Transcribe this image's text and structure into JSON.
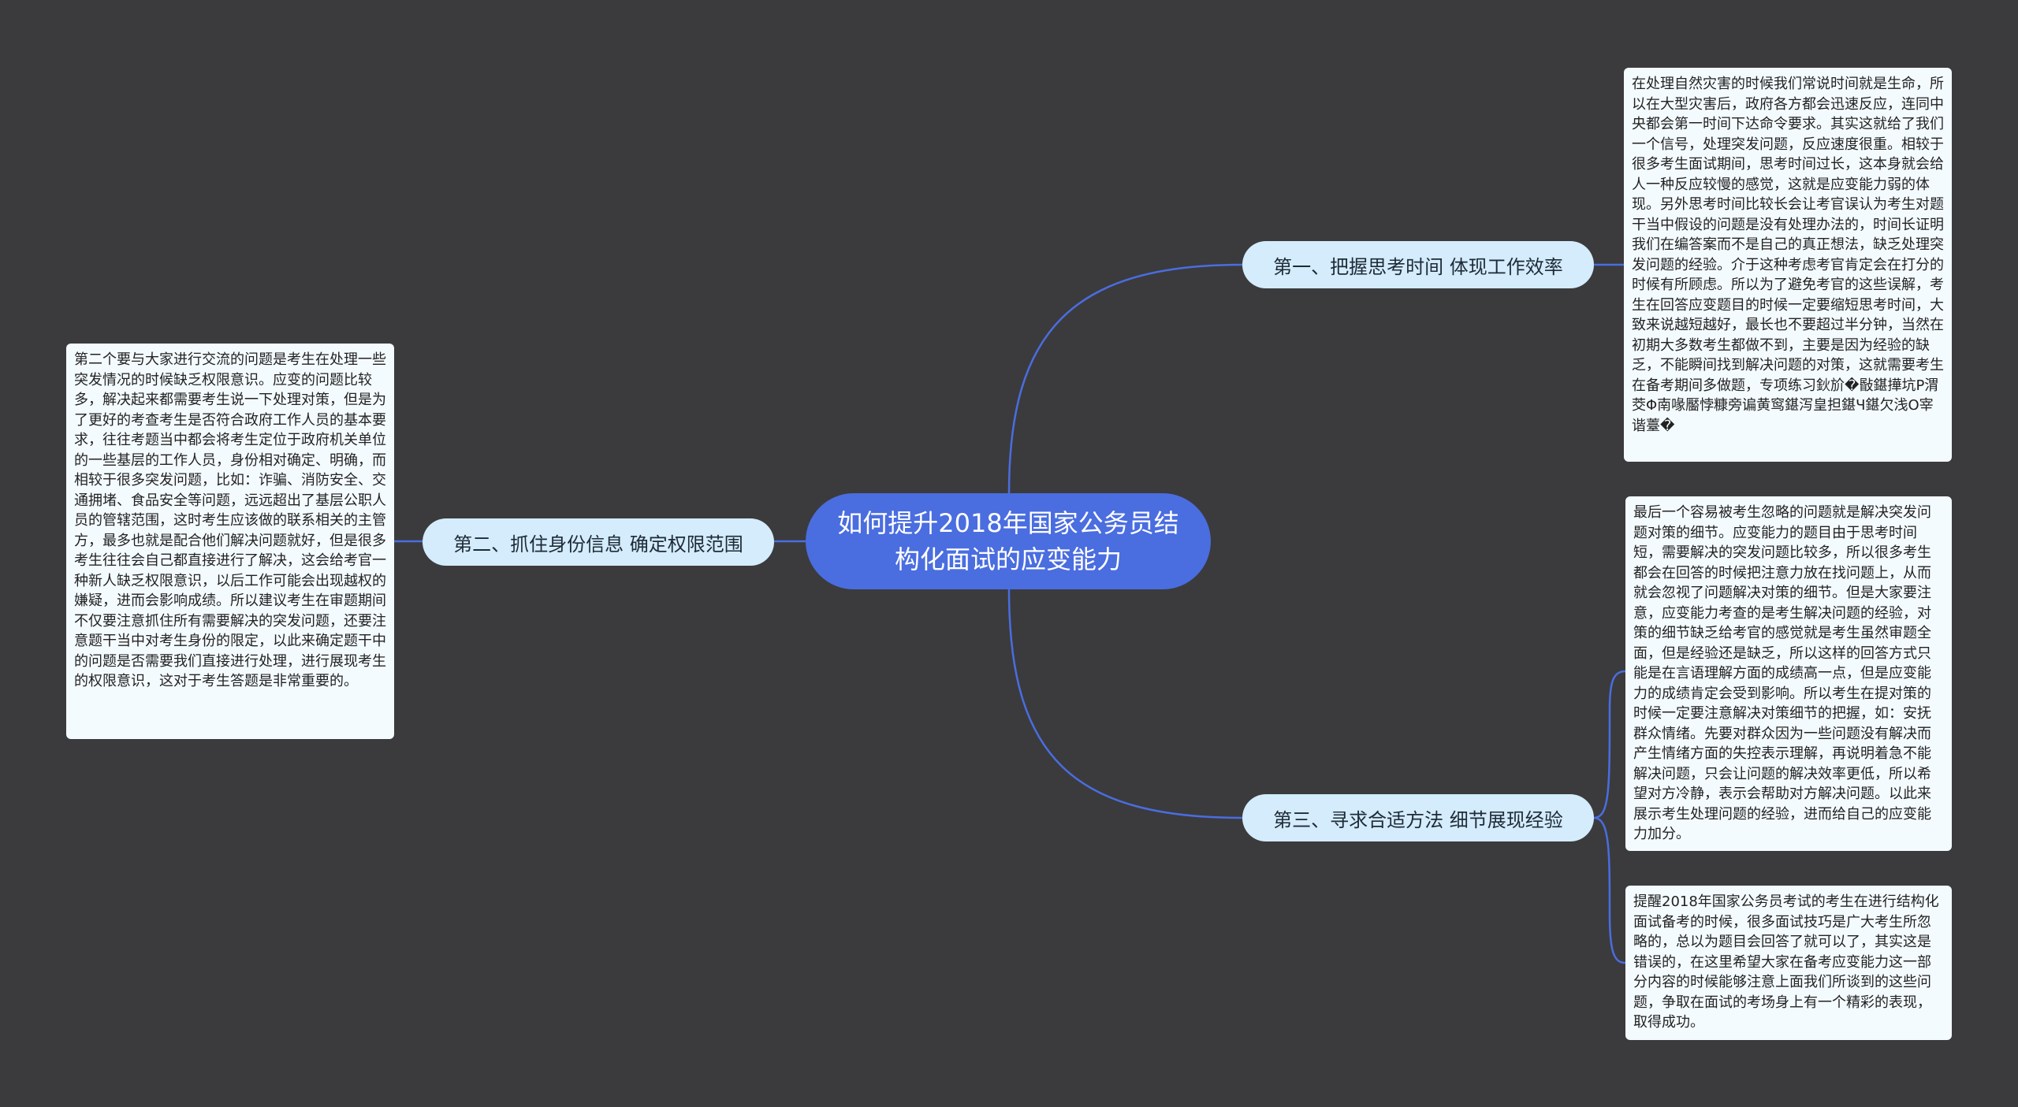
{
  "mindmap": {
    "root": "如何提升2018年国家公务员结构化面试的应变能力",
    "branches": [
      {
        "label": "第一、把握思考时间 体现工作效率",
        "leaves": [
          "在处理自然灾害的时候我们常说时间就是生命，所以在大型灾害后，政府各方都会迅速反应，连同中央都会第一时间下达命令要求。其实这就给了我们一个信号，处理突发问题，反应速度很重。相较于很多考生面试期间，思考时间过长，这本身就会给人一种反应较慢的感觉，这就是应变能力弱的体现。另外思考时间比较长会让考官误认为考生对题干当中假设的问题是没有处理办法的，时间长证明我们在编答案而不是自己的真正想法，缺乏处理突发问题的经验。介于这种考虑考官肯定会在打分的时候有所顾虑。所以为了避免考官的这些误解，考生在回答应变题目的时候一定要缩短思考时间，大致来说越短越好，最长也不要超过半分钟，当然在初期大多数考生都做不到，主要是因为经验的缺乏，不能瞬间找到解决问题的对策，这就需要考生在备考期间多做题，专项练习鈥斺�敯鍖撶坑P渭茭Φ南喙靨悖糠旁谝黄窎鍖泻皇担鍖Ч鍖欠浅О宰谐薹�"
        ]
      },
      {
        "label": "第二、抓住身份信息 确定权限范围",
        "leaves": [
          "第二个要与大家进行交流的问题是考生在处理一些突发情况的时候缺乏权限意识。应变的问题比较多，解决起来都需要考生说一下处理对策，但是为了更好的考查考生是否符合政府工作人员的基本要求，往往考题当中都会将考生定位于政府机关单位的一些基层的工作人员，身份相对确定、明确，而相较于很多突发问题，比如：诈骗、消防安全、交通拥堵、食品安全等问题，远远超出了基层公职人员的管辖范围，这时考生应该做的联系相关的主管方，最多也就是配合他们解决问题就好，但是很多考生往往会自己都直接进行了解决，这会给考官一种新人缺乏权限意识，以后工作可能会出现越权的嫌疑，进而会影响成绩。所以建议考生在审题期间不仅要注意抓住所有需要解决的突发问题，还要注意题干当中对考生身份的限定，以此来确定题干中的问题是否需要我们直接进行处理，进行展现考生的权限意识，这对于考生答题是非常重要的。"
        ]
      },
      {
        "label": "第三、寻求合适方法 细节展现经验",
        "leaves": [
          "最后一个容易被考生忽略的问题就是解决突发问题对策的细节。应变能力的题目由于思考时间短，需要解决的突发问题比较多，所以很多考生都会在回答的时候把注意力放在找问题上，从而就会忽视了问题解决对策的细节。但是大家要注意，应变能力考查的是考生解决问题的经验，对策的细节缺乏给考官的感觉就是考生虽然审题全面，但是经验还是缺乏，所以这样的回答方式只能是在言语理解方面的成绩高一点，但是应变能力的成绩肯定会受到影响。所以考生在提对策的时候一定要注意解决对策细节的把握，如：安抚群众情绪。先要对群众因为一些问题没有解决而产生情绪方面的失控表示理解，再说明着急不能解决问题，只会让问题的解决效率更低，所以希望对方冷静，表示会帮助对方解决问题。以此来展示考生处理问题的经验，进而给自己的应变能力加分。",
          "提醒2018年国家公务员考试的考生在进行结构化面试备考的时候，很多面试技巧是广大考生所忽略的，总以为题目会回答了就可以了，其实这是错误的，在这里希望大家在备考应变能力这一部分内容的时候能够注意上面我们所谈到的这些问题，争取在面试的考场身上有一个精彩的表现，取得成功。"
        ]
      }
    ]
  },
  "colors": {
    "background": "#3b3b3d",
    "root_fill": "#4a6de0",
    "branch_fill": "#d4ecfb",
    "leaf_fill": "#f4fbff",
    "connector": "#4a6de0"
  }
}
